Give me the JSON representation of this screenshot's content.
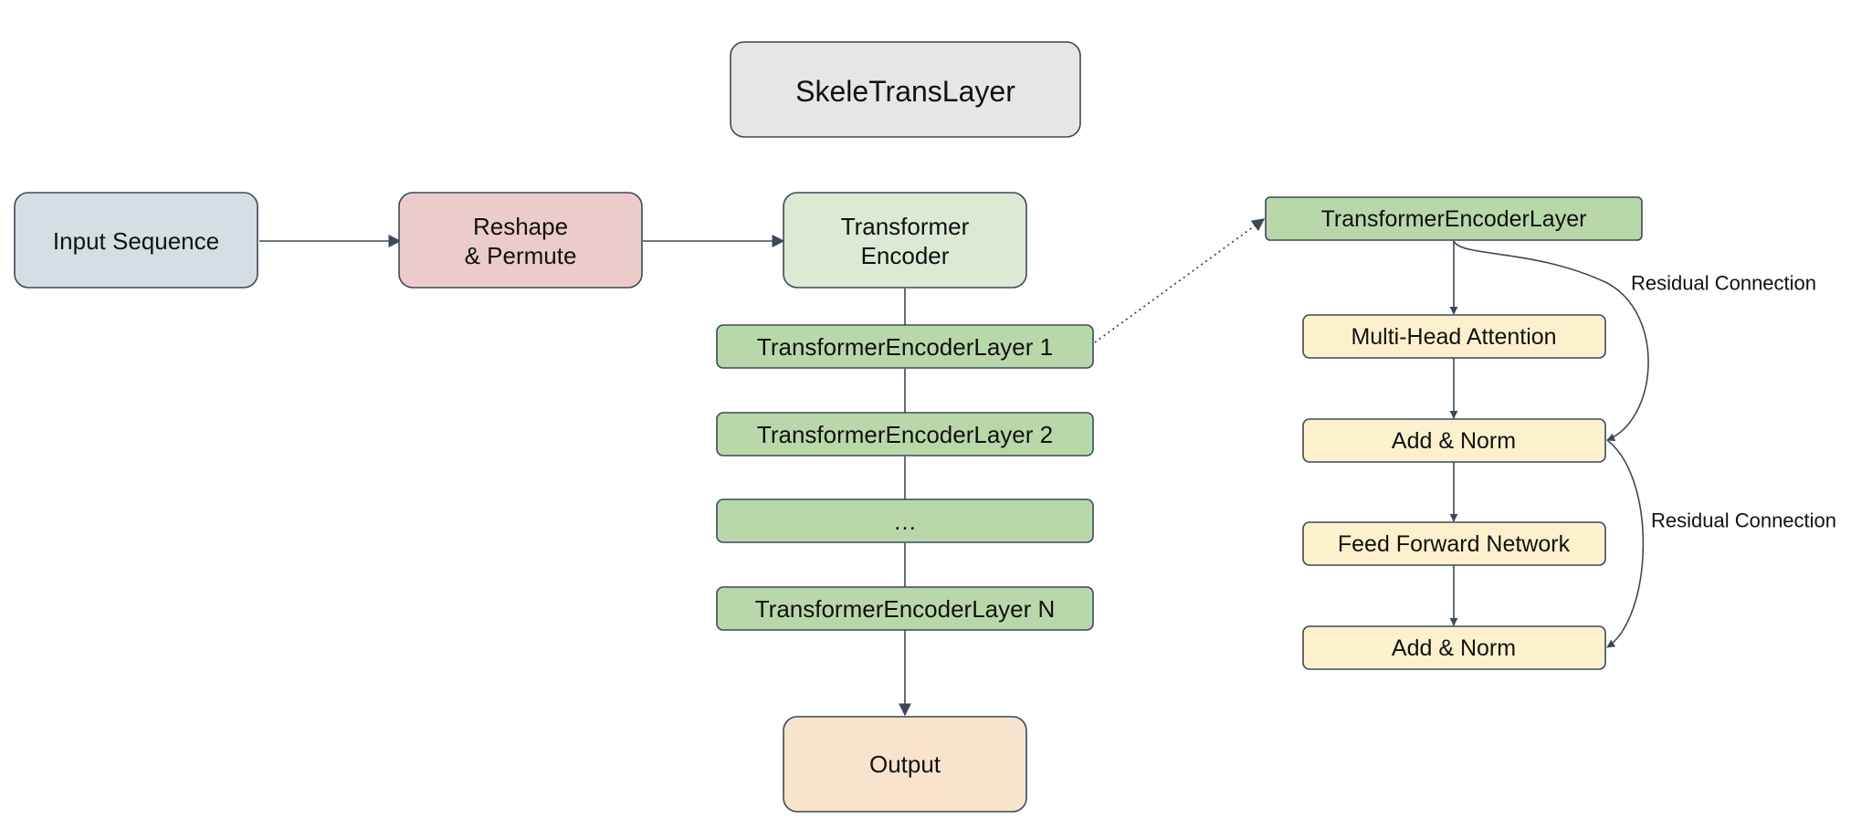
{
  "title": "SkeleTransLayer",
  "nodes": {
    "input": "Input Sequence",
    "reshape": [
      "Reshape",
      "& Permute"
    ],
    "encoder": [
      "Transformer",
      "Encoder"
    ],
    "layer1": "TransformerEncoderLayer 1",
    "layer2": "TransformerEncoderLayer 2",
    "layer_ellipsis": "…",
    "layerN": "TransformerEncoderLayer N",
    "output": "Output"
  },
  "detail": {
    "header": "TransformerEncoderLayer",
    "mha": "Multi-Head Attention",
    "add_norm_1": "Add & Norm",
    "ffn": "Feed Forward Network",
    "add_norm_2": "Add & Norm",
    "residual_1": "Residual Connection",
    "residual_2": "Residual Connection"
  },
  "colors": {
    "title": "#e6e6e6",
    "input": "#d4dfe4",
    "reshape": "#eccccb",
    "encoder": "#dbe9d5",
    "layer": "#b9d8a9",
    "output": "#f8e4cc",
    "sublayer": "#fdf1cd",
    "stroke": "#3c4858"
  }
}
